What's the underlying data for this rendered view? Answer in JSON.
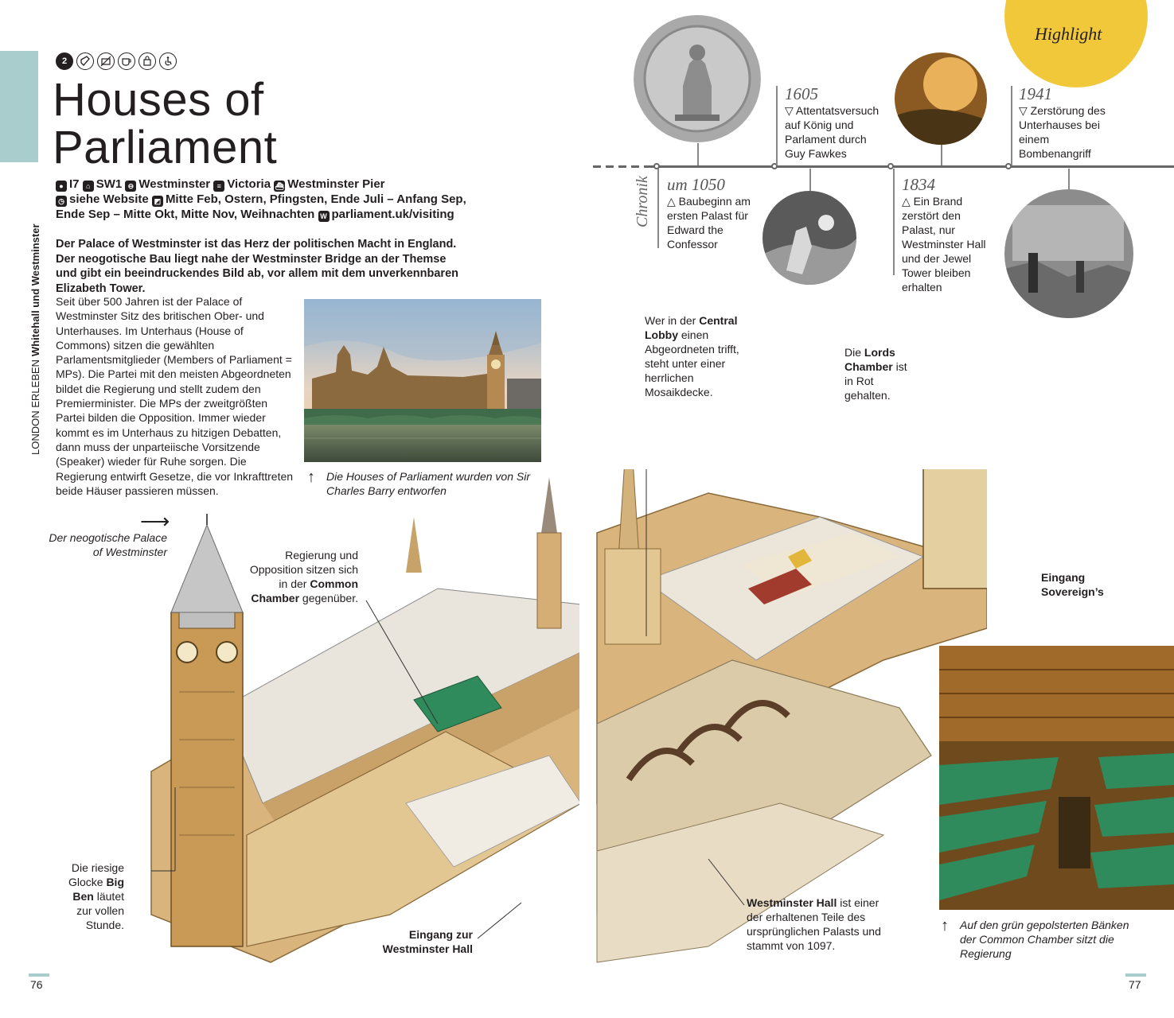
{
  "side": {
    "section": "LONDON ERLEBEN",
    "subsection": "Whitehall und Westminster"
  },
  "icons": [
    "2",
    "ticket-icon",
    "no-photo-icon",
    "cafe-icon",
    "shop-icon",
    "accessible-icon"
  ],
  "title": "Houses of Parliament",
  "info": {
    "grid": "I7",
    "postcode": "SW1",
    "tube": "Westminster",
    "rail": "Victoria",
    "pier": "Westminster Pier",
    "hours": "siehe Website",
    "closed": "Mitte Feb, Ostern, Pfingsten, Ende Juli – Anfang Sep, Ende Sep – Mitte Okt, Mitte Nov, Weihnachten",
    "web": "parliament.uk/visiting"
  },
  "lead": "Der Palace of Westminster ist das Herz der politischen Macht in England. Der neogotische Bau liegt nahe der Westminster Bridge an der Themse und gibt ein beeindruckendes Bild ab, vor allem mit dem unverkennbaren Elizabeth Tower.",
  "body": "Seit über 500 Jahren ist der Palace of Westminster Sitz des britischen Ober- und Unterhauses. Im Unterhaus (House of Commons) sitzen die gewählten Parlamentsmitglieder (Members of Parliament = MPs). Die Partei mit den meisten Abgeordneten bildet die Regierung und stellt zudem den Premierminister. Die MPs der zweitgrößten Partei bilden die Opposition. Immer wieder kommt es im Unterhaus zu hitzigen Debatten, dann muss der unparteiische Vorsitzende (Speaker) wieder für Ruhe sorgen. Die Regierung entwirft Gesetze, die vor Inkrafttreten beide Häuser passieren müssen.",
  "photo_caption": "Die Houses of Parliament wurden von Sir Charles Barry entworfen",
  "drawing_caption": "Der neogotische Palace of Westminster",
  "highlight": "Highlight",
  "timeline": {
    "label": "Chronik",
    "events": [
      {
        "year": "um 1050",
        "text": "Baubeginn am ersten Palast für Edward the Confessor"
      },
      {
        "year": "1605",
        "text": "Attentatsversuch auf König und Parlament durch Guy Fawkes"
      },
      {
        "year": "1834",
        "text": "Ein Brand zerstört den Palast, nur Westminster Hall und der Jewel Tower bleiben erhalten"
      },
      {
        "year": "1941",
        "text": "Zerstörung des Unterhauses bei einem Bombenangriff"
      }
    ]
  },
  "callouts": {
    "central_lobby": {
      "pre": "Wer in der ",
      "bold": "Central Lobby",
      "post": " einen Abgeordneten trifft, steht unter einer herrlichen Mosaikdecke."
    },
    "lords": {
      "pre": "Die ",
      "bold": "Lords Chamber",
      "post": " ist in Rot gehalten."
    },
    "commons": {
      "pre": "Regierung und Opposition sitzen sich in der ",
      "bold": "Common Chamber",
      "post": " gegenüber."
    },
    "sovereign": {
      "bold": "Eingang Sovereign’s"
    },
    "big_ben": {
      "pre": "Die riesige Glocke ",
      "bold": "Big Ben",
      "post": " läutet zur vollen Stunde."
    },
    "hall_entrance": {
      "bold": "Eingang zur Westminster Hall"
    },
    "westminster_hall": {
      "bold": "Westminster Hall",
      "post": " ist einer der erhaltenen Teile des ursprünglichen Palasts und stammt von 1097."
    }
  },
  "chamber_caption": "Auf den grün gepolsterten Bänken der Common Chamber sitzt die Regierung",
  "page_left": "76",
  "page_right": "77",
  "colors": {
    "teal": "#a9cccd",
    "yellow": "#f1c83a",
    "stone": "#d9b47c",
    "bench_green": "#2f8a5c"
  }
}
